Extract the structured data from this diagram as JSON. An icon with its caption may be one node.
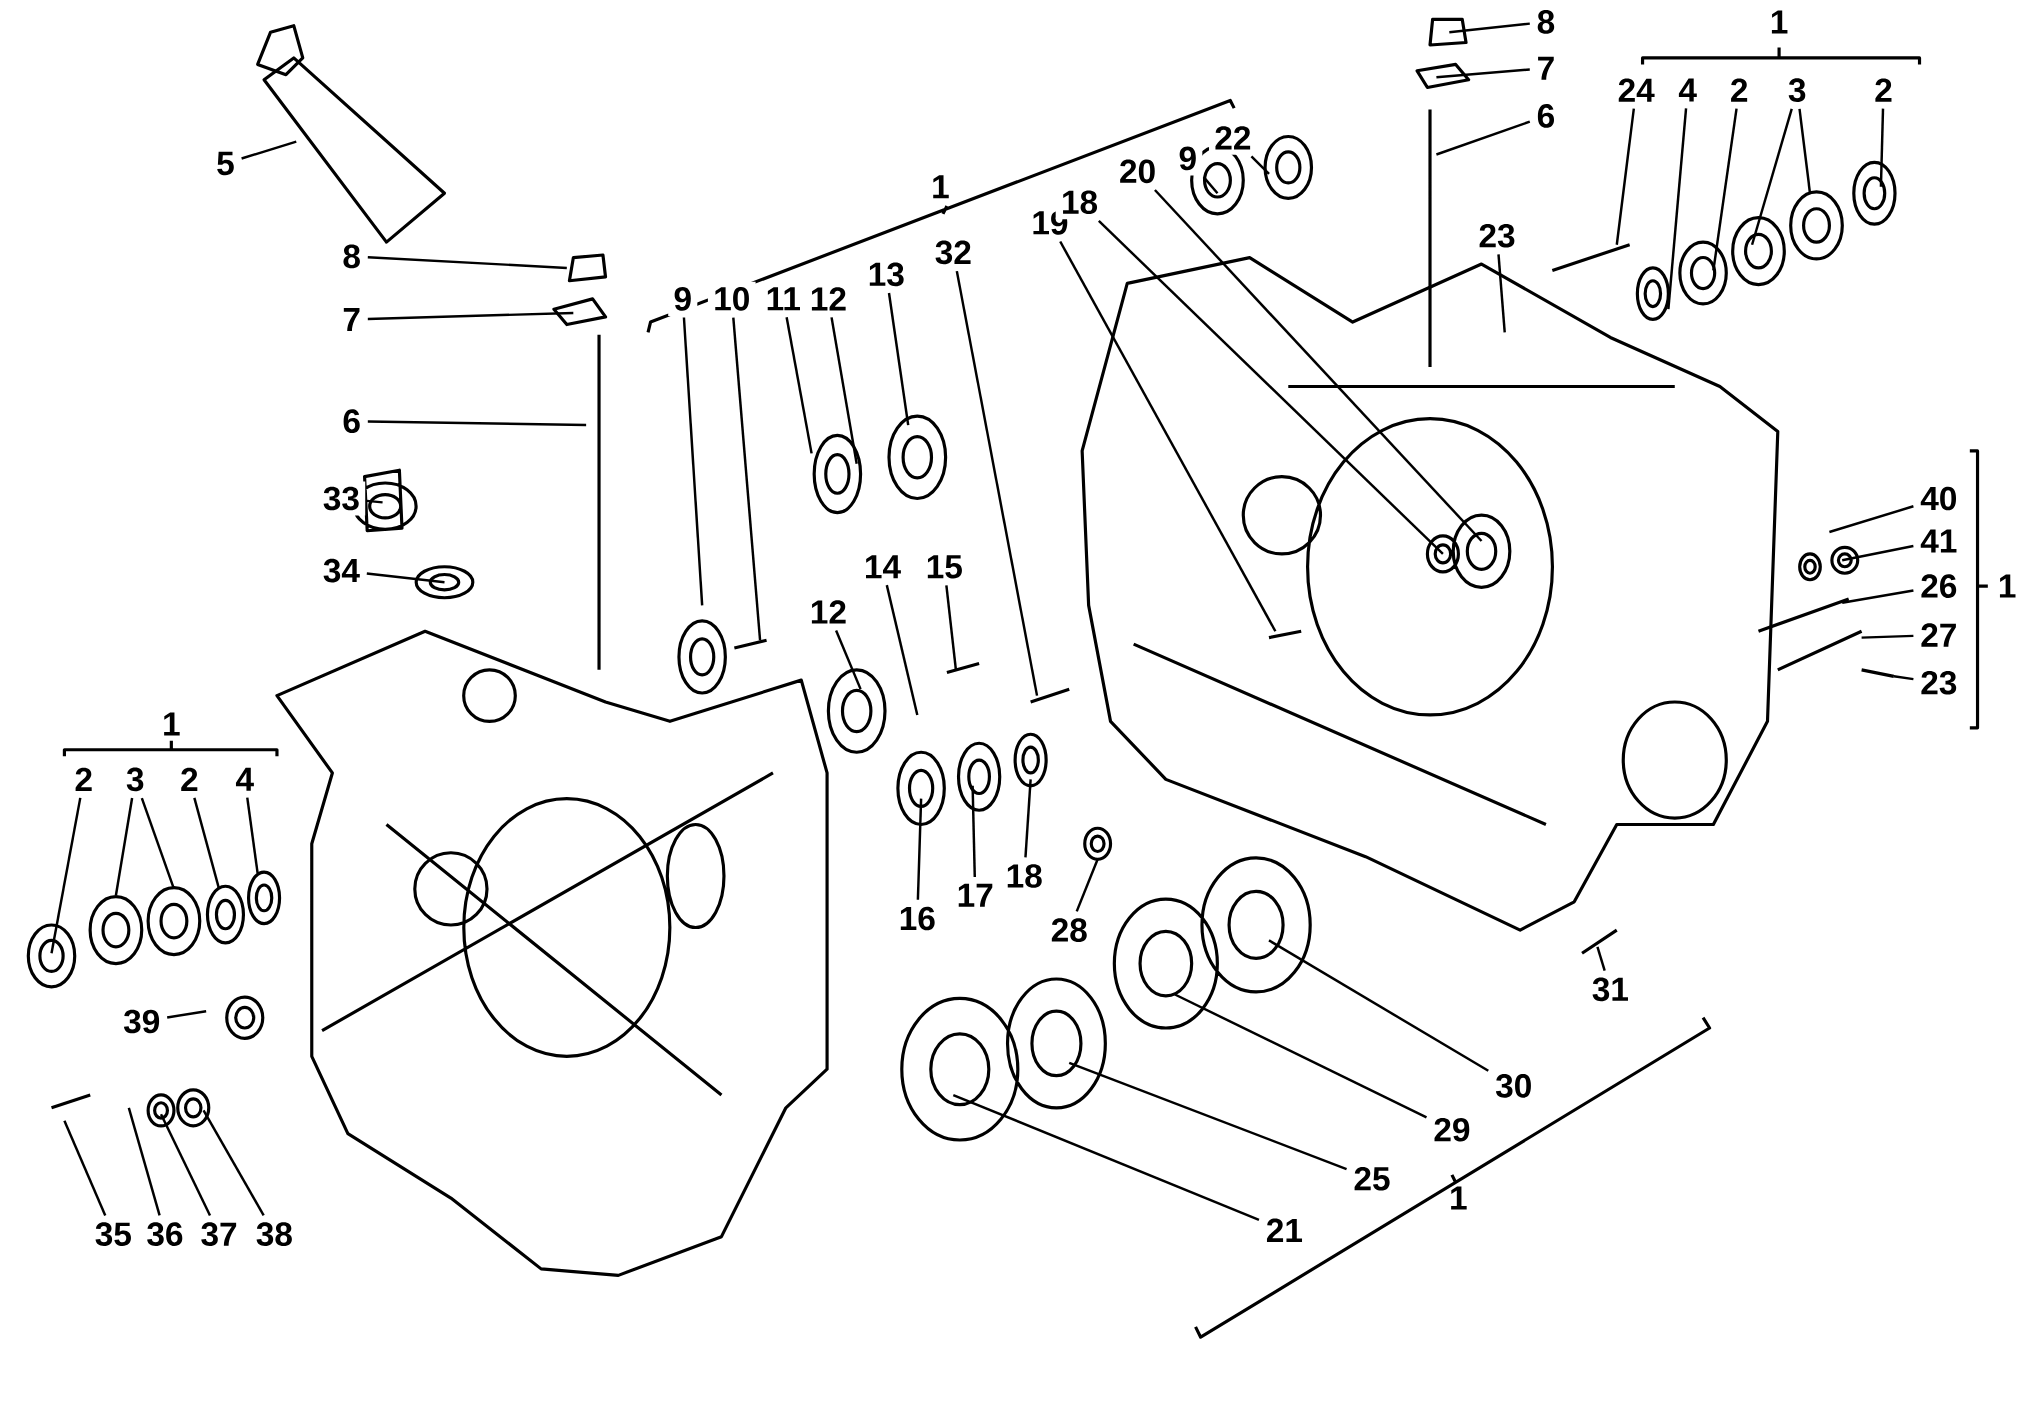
{
  "diagram": {
    "nodes": [
      {
        "text": [
          "5"
        ]
      },
      {
        "text": [
          "8"
        ]
      },
      {
        "text": [
          "7"
        ]
      },
      {
        "text": [
          "6"
        ]
      },
      {
        "text": [
          "33"
        ]
      },
      {
        "text": [
          "34"
        ]
      },
      {
        "text": [
          "9"
        ]
      },
      {
        "text": [
          "10"
        ]
      },
      {
        "text": [
          "11"
        ]
      },
      {
        "text": [
          "12"
        ]
      },
      {
        "text": [
          "13"
        ]
      },
      {
        "text": [
          "32"
        ]
      },
      {
        "text": [
          "19"
        ]
      },
      {
        "text": [
          "18"
        ]
      },
      {
        "text": [
          "20"
        ]
      },
      {
        "text": [
          "9"
        ]
      },
      {
        "text": [
          "22"
        ]
      },
      {
        "text": [
          "8"
        ]
      },
      {
        "text": [
          "7"
        ]
      },
      {
        "text": [
          "6"
        ]
      },
      {
        "text": [
          "23"
        ]
      },
      {
        "text": [
          "24"
        ]
      },
      {
        "text": [
          "4"
        ]
      },
      {
        "text": [
          "2"
        ]
      },
      {
        "text": [
          "3"
        ]
      },
      {
        "text": [
          "2"
        ]
      },
      {
        "text": [
          "40"
        ]
      },
      {
        "text": [
          "41"
        ]
      },
      {
        "text": [
          "26"
        ]
      },
      {
        "text": [
          "27"
        ]
      },
      {
        "text": [
          "23"
        ]
      },
      {
        "text": [
          "12"
        ]
      },
      {
        "text": [
          "14"
        ]
      },
      {
        "text": [
          "15"
        ]
      },
      {
        "text": [
          "2"
        ]
      },
      {
        "text": [
          "3"
        ]
      },
      {
        "text": [
          "2"
        ]
      },
      {
        "text": [
          "4"
        ]
      },
      {
        "text": [
          "16"
        ]
      },
      {
        "text": [
          "17"
        ]
      },
      {
        "text": [
          "18"
        ]
      },
      {
        "text": [
          "28"
        ]
      },
      {
        "text": [
          "39"
        ]
      },
      {
        "text": [
          "31"
        ]
      },
      {
        "text": [
          "30"
        ]
      },
      {
        "text": [
          "29"
        ]
      },
      {
        "text": [
          "25"
        ]
      },
      {
        "text": [
          "21"
        ]
      },
      {
        "text": [
          "35"
        ]
      },
      {
        "text": [
          "36"
        ]
      },
      {
        "text": [
          "37"
        ]
      },
      {
        "text": [
          "38"
        ]
      }
    ],
    "edges": [
      {
        "from": 0,
        "to": null,
        "arrow": "none"
      },
      {
        "from": 1,
        "to": null,
        "arrow": "none"
      },
      {
        "from": 2,
        "to": null,
        "arrow": "none"
      },
      {
        "from": 3,
        "to": null,
        "arrow": "none"
      },
      {
        "from": 4,
        "to": null,
        "arrow": "none"
      },
      {
        "from": 5,
        "to": null,
        "arrow": "none"
      },
      {
        "from": 6,
        "to": null,
        "arrow": "none"
      },
      {
        "from": 7,
        "to": null,
        "arrow": "none"
      },
      {
        "from": 8,
        "to": null,
        "arrow": "none"
      },
      {
        "from": 9,
        "to": null,
        "arrow": "none"
      },
      {
        "from": 10,
        "to": null,
        "arrow": "none"
      },
      {
        "from": 11,
        "to": null,
        "arrow": "none"
      },
      {
        "from": 12,
        "to": null,
        "arrow": "none"
      },
      {
        "from": 13,
        "to": null,
        "arrow": "none"
      },
      {
        "from": 14,
        "to": null,
        "arrow": "none"
      },
      {
        "from": 15,
        "to": null,
        "arrow": "none"
      },
      {
        "from": 16,
        "to": null,
        "arrow": "none"
      },
      {
        "from": 17,
        "to": null,
        "arrow": "none"
      },
      {
        "from": 18,
        "to": null,
        "arrow": "none"
      },
      {
        "from": 19,
        "to": null,
        "arrow": "none"
      },
      {
        "from": 20,
        "to": null,
        "arrow": "none"
      },
      {
        "from": 21,
        "to": null,
        "arrow": "none"
      },
      {
        "from": 22,
        "to": null,
        "arrow": "none"
      },
      {
        "from": 23,
        "to": null,
        "arrow": "none"
      },
      {
        "from": 24,
        "to": null,
        "arrow": "none"
      },
      {
        "from": 24,
        "to": null,
        "arrow": "none"
      },
      {
        "from": 25,
        "to": null,
        "arrow": "none"
      },
      {
        "from": 26,
        "to": null,
        "arrow": "none"
      },
      {
        "from": 27,
        "to": null,
        "arrow": "none"
      },
      {
        "from": 28,
        "to": null,
        "arrow": "none"
      },
      {
        "from": 29,
        "to": null,
        "arrow": "none"
      },
      {
        "from": 30,
        "to": null,
        "arrow": "none"
      },
      {
        "from": 31,
        "to": null,
        "arrow": "none"
      },
      {
        "from": 32,
        "to": null,
        "arrow": "none"
      },
      {
        "from": 33,
        "to": null,
        "arrow": "none"
      },
      {
        "from": 34,
        "to": null,
        "arrow": "none"
      },
      {
        "from": 35,
        "to": null,
        "arrow": "none"
      },
      {
        "from": 35,
        "to": null,
        "arrow": "none"
      },
      {
        "from": 36,
        "to": null,
        "arrow": "none"
      },
      {
        "from": 37,
        "to": null,
        "arrow": "none"
      },
      {
        "from": 38,
        "to": null,
        "arrow": "none"
      },
      {
        "from": 39,
        "to": null,
        "arrow": "none"
      },
      {
        "from": 40,
        "to": null,
        "arrow": "none"
      },
      {
        "from": 41,
        "to": null,
        "arrow": "none"
      },
      {
        "from": 42,
        "to": null,
        "arrow": "none"
      },
      {
        "from": 43,
        "to": null,
        "arrow": "none"
      },
      {
        "from": 44,
        "to": null,
        "arrow": "none"
      },
      {
        "from": 45,
        "to": null,
        "arrow": "none"
      },
      {
        "from": 46,
        "to": null,
        "arrow": "none"
      },
      {
        "from": 47,
        "to": null,
        "arrow": "none"
      },
      {
        "from": 48,
        "to": null,
        "arrow": "none"
      },
      {
        "from": 49,
        "to": null,
        "arrow": "none"
      },
      {
        "from": 50,
        "to": null,
        "arrow": "none"
      },
      {
        "from": 51,
        "to": null,
        "arrow": "none"
      }
    ],
    "labels": [
      "1",
      "1",
      "1",
      "1",
      "1"
    ]
  }
}
